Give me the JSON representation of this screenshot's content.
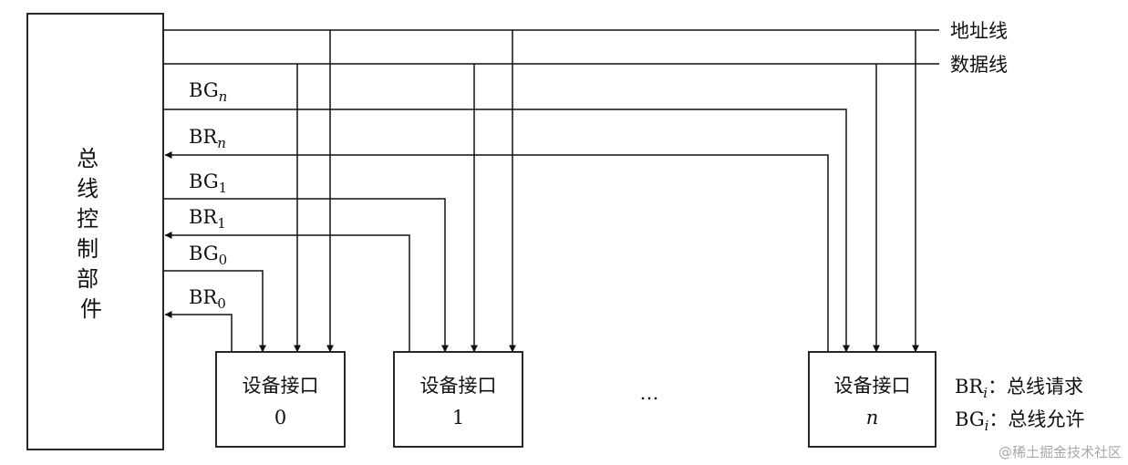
{
  "controller": {
    "label_chars": [
      "总",
      "线",
      "控",
      "制",
      "部",
      "件"
    ]
  },
  "buses": [
    {
      "id": "address",
      "label": "地址线"
    },
    {
      "id": "data",
      "label": "数据线"
    }
  ],
  "signals": [
    {
      "id": "bgn",
      "base": "BG",
      "sub": "n",
      "sub_italic": true
    },
    {
      "id": "brn",
      "base": "BR",
      "sub": "n",
      "sub_italic": true
    },
    {
      "id": "bg1",
      "base": "BG",
      "sub": "1",
      "sub_italic": false
    },
    {
      "id": "br1",
      "base": "BR",
      "sub": "1",
      "sub_italic": false
    },
    {
      "id": "bg0",
      "base": "BG",
      "sub": "0",
      "sub_italic": false
    },
    {
      "id": "br0",
      "base": "BR",
      "sub": "0",
      "sub_italic": false
    }
  ],
  "devices": [
    {
      "id": "dev0",
      "title": "设备接口",
      "index": "0",
      "index_italic": false
    },
    {
      "id": "dev1",
      "title": "设备接口",
      "index": "1",
      "index_italic": false
    },
    {
      "id": "devn",
      "title": "设备接口",
      "index": "n",
      "index_italic": true
    }
  ],
  "ellipsis": "…",
  "legend": [
    {
      "base": "BR",
      "sub": "i",
      "text": "：总线请求"
    },
    {
      "base": "BG",
      "sub": "i",
      "text": "：总线允许"
    }
  ],
  "watermark": "@稀土掘金技术社区"
}
